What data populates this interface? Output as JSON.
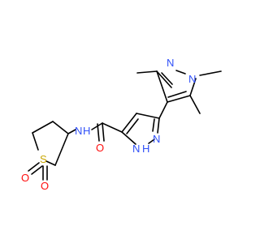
{
  "molecule": {
    "atom_labels": {
      "n_ring_upper_left": "N",
      "n_ring_upper_right": "N",
      "n_pyrazole_lower": "N",
      "nh_pyrazole": "H",
      "nh_pyrazole_n": "N",
      "nh_amide_n": "N",
      "nh_amide_h": "H",
      "o_carbonyl": "O",
      "s_sulfone": "S",
      "o_sulfone_left": "O",
      "o_sulfone_right": "O"
    },
    "colors": {
      "bond": "#000000",
      "nitrogen": "#3050F8",
      "oxygen": "#FF0D0D",
      "sulfur": "#C8A600"
    }
  }
}
